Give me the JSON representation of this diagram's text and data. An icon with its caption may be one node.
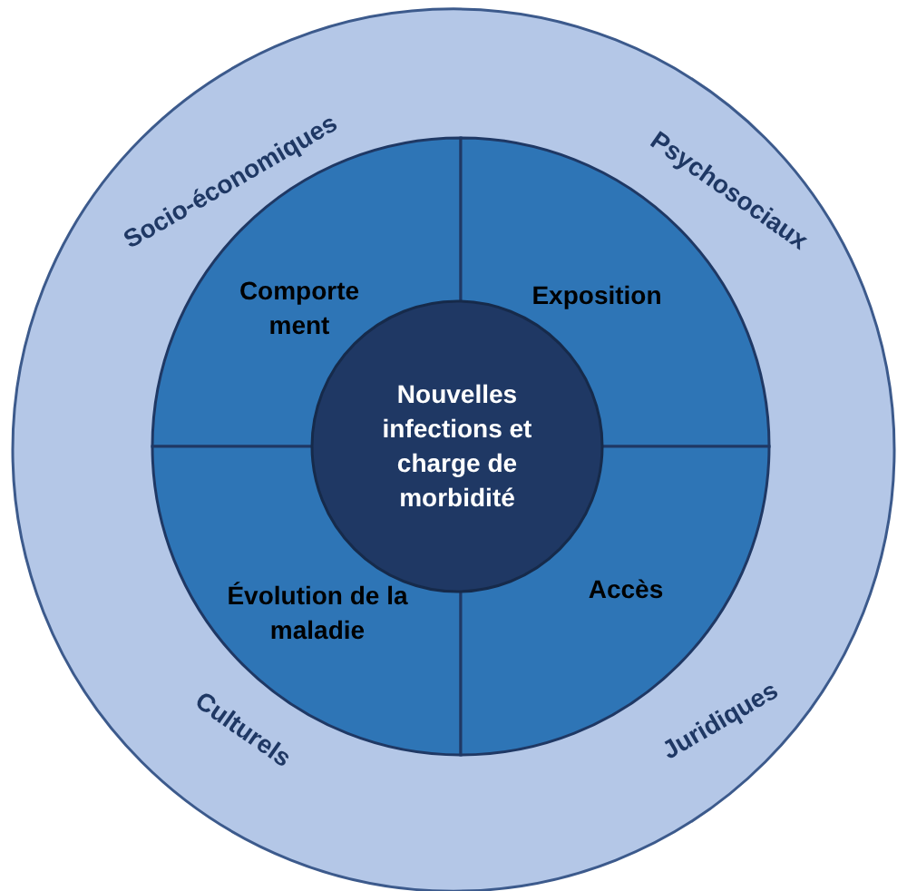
{
  "diagram": {
    "nodes": [
      {
        "text": [
          "Socio-économiques",
          "Psychosociaux",
          "Culturels",
          "Juridiques"
        ]
      },
      {
        "text": [
          "Comporte ment"
        ],
        "in": 0
      },
      {
        "text": [
          "Exposition"
        ],
        "in": 0
      },
      {
        "text": [
          "Évolution de la maladie"
        ],
        "in": 0
      },
      {
        "text": [
          "Accès"
        ],
        "in": 0
      },
      {
        "text": [
          "Nouvelles infections et charge de morbidité"
        ],
        "in": 0
      }
    ],
    "edges": []
  }
}
